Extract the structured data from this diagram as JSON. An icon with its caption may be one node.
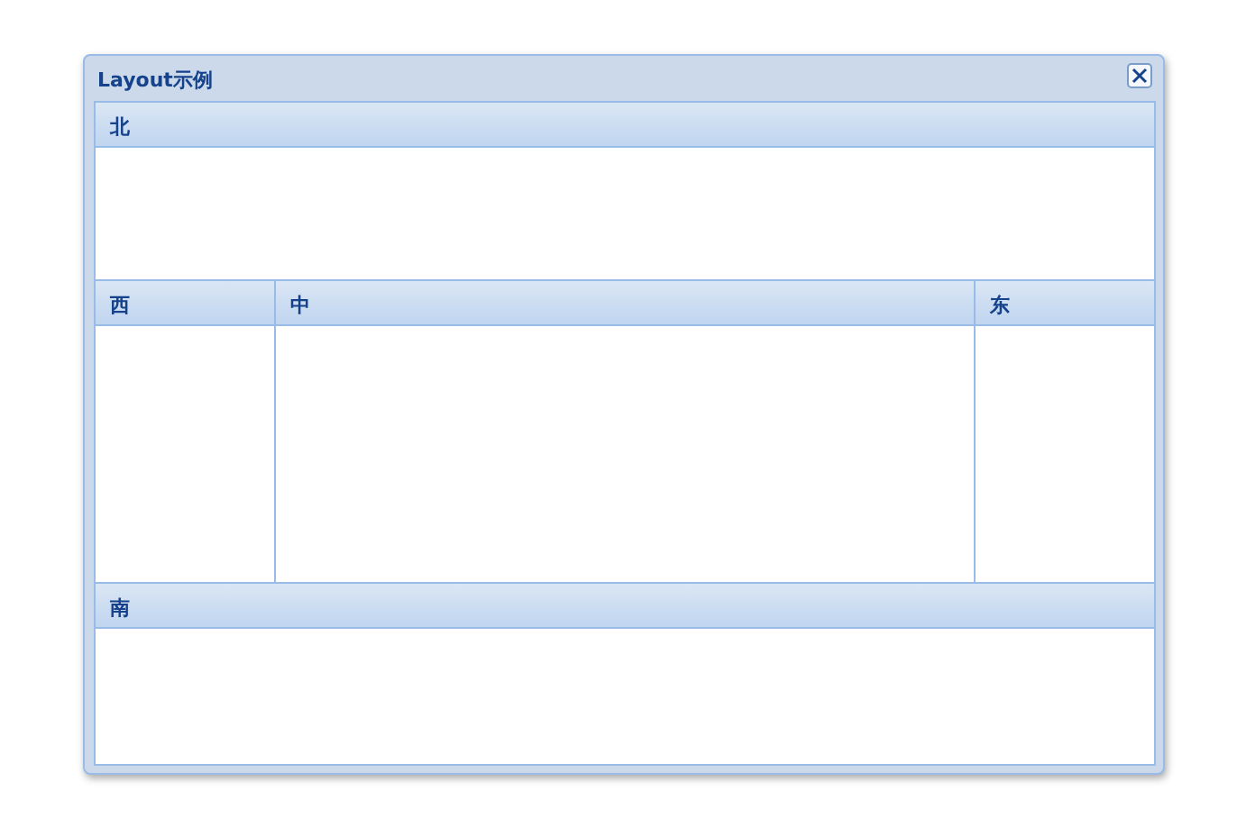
{
  "diagram": {
    "nodes": [
      {
        "text": [
          "Layout示例"
        ]
      },
      {
        "text": [
          "北"
        ],
        "in": 0
      },
      {
        "text": [
          "西"
        ],
        "in": 0
      },
      {
        "text": [
          "中"
        ],
        "in": 0
      },
      {
        "text": [
          "东"
        ],
        "in": 0
      },
      {
        "text": [
          "南"
        ],
        "in": 0
      }
    ]
  }
}
